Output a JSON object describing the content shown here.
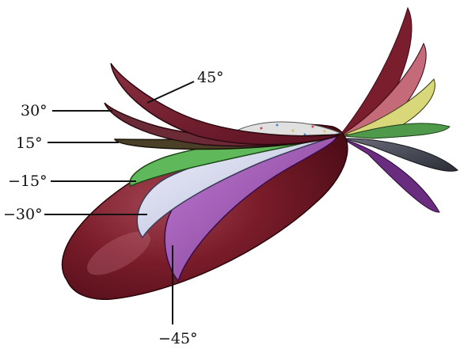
{
  "figure": {
    "labels": {
      "deg_45": "45°",
      "deg_30": "30°",
      "deg_15": "15°",
      "deg_neg15": "−15°",
      "deg_neg30": "−30°",
      "deg_neg45": "−45°"
    },
    "colors": {
      "body": "#6e1420",
      "body_highlight": "#9a3a46",
      "sail_45": "#6a1a28",
      "sail_30": "#7a3540",
      "sail_15": "#5a4a30",
      "sail_neg15": "#5fb85a",
      "sail_neg30": "#c9cde8",
      "sail_neg45": "#a35cb8",
      "tail_15_yellow": "#d8d87a",
      "tail_grey": "#4a4c5a",
      "dome": "#d8d8d8"
    }
  }
}
